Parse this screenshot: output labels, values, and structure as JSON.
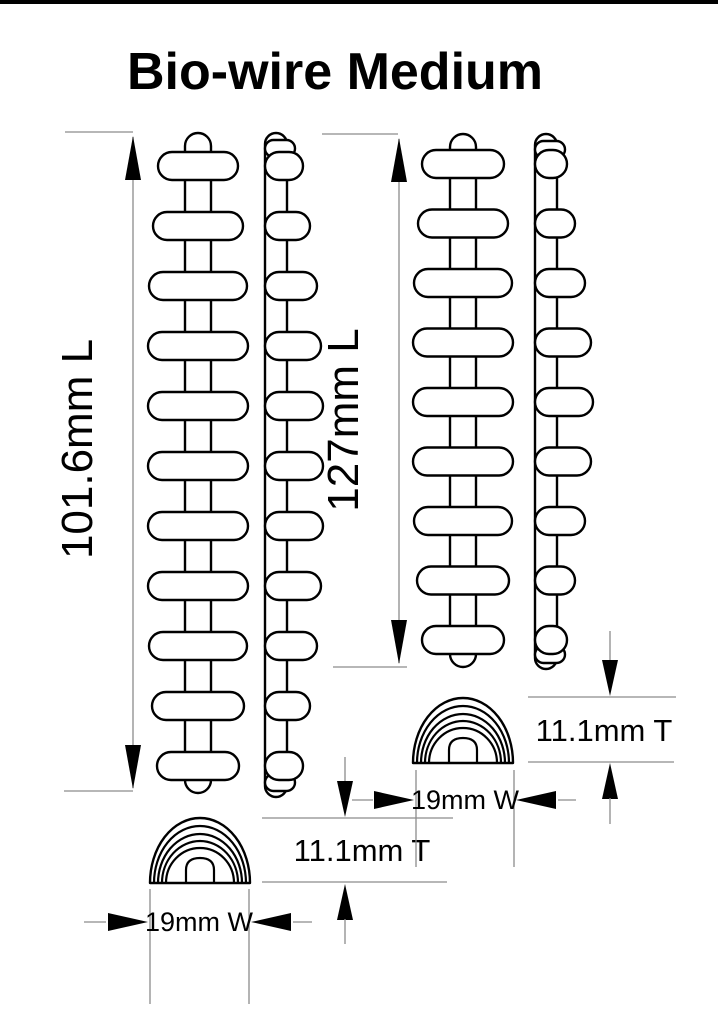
{
  "title": "Bio-wire Medium",
  "colors": {
    "line": "#000000",
    "dimension_line": "#8c8c8c",
    "background": "#ffffff"
  },
  "devices": [
    {
      "id": "left",
      "length_label": "101.6mm L",
      "crossbar_count": 11,
      "cross_section": {
        "thickness_label": "11.1mm T",
        "width_label": "19mm W"
      }
    },
    {
      "id": "right",
      "length_label": "127mm L",
      "crossbar_count": 9,
      "cross_section": {
        "thickness_label": "11.1mm T",
        "width_label": "19mm W"
      }
    }
  ]
}
